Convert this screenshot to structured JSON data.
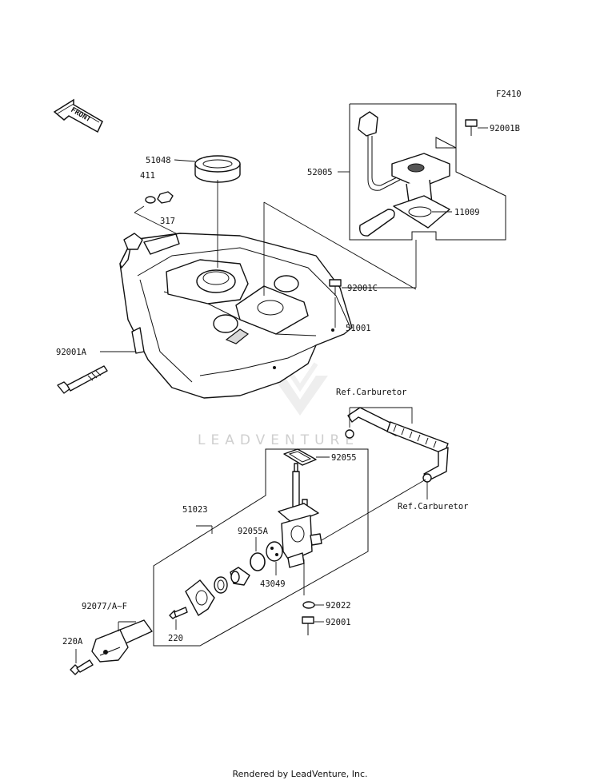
{
  "figure_code": "F2410",
  "front_label": "FRONT",
  "watermark": "LEADVENTURE",
  "footer": "Rendered by LeadVenture, Inc.",
  "parts": {
    "p51048": "51048",
    "p411": "411",
    "p317": "317",
    "p52005": "52005",
    "p92001B": "92001B",
    "p11009": "11009",
    "p92001C": "92001C",
    "p51001": "51001",
    "p92001A": "92001A",
    "ref_carb_1": "Ref.Carburetor",
    "p92055": "92055",
    "ref_carb_2": "Ref.Carburetor",
    "p51023": "51023",
    "p92055A": "92055A",
    "p43049": "43049",
    "p92022": "92022",
    "p92001": "92001",
    "p92077": "92077/A~F",
    "p220": "220",
    "p220A": "220A"
  }
}
